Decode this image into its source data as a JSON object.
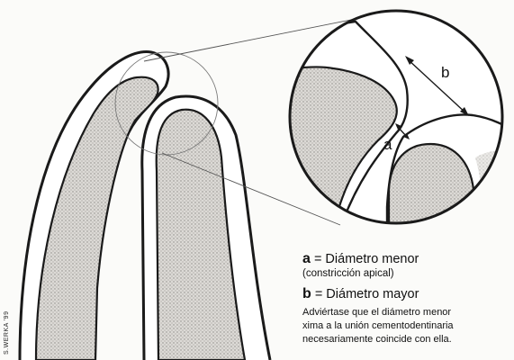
{
  "labels": {
    "b": "b",
    "a": "a",
    "signature": "S.WERKA '99"
  },
  "legend": {
    "item_a_key": "a",
    "item_a_text": "= Diámetro menor",
    "item_a_sub": "(constricción apical)",
    "item_b_key": "b",
    "item_b_text": "= Diámetro mayor",
    "note_lines": [
      "Adviértase que el diámetro menor",
      "xima a la unión cementodentinaria",
      "necesariamente coincide con ella."
    ]
  },
  "colors": {
    "outline": "#1a1a1a",
    "dentin": "#d2d0cc",
    "cementum": "#ffffff"
  }
}
